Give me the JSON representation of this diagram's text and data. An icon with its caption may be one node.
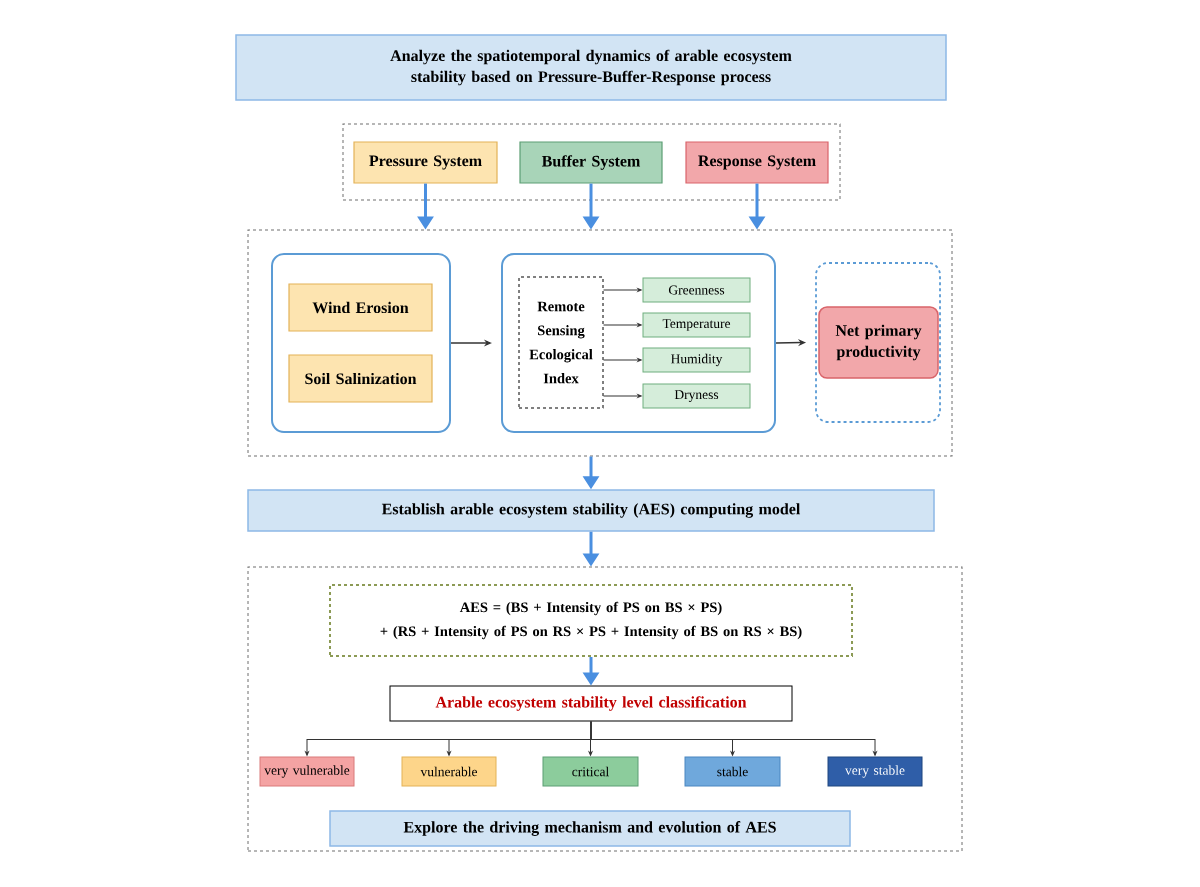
{
  "diagram": {
    "nodes": [
      {
        "text": [
          "Analyze the spatiotemporal dynamics of arable ecosystem stability based on Pressure-Buffer-Response process"
        ]
      },
      {
        "text": [],
        "shape": "box"
      },
      {
        "text": [
          "Pressure System"
        ],
        "in": 1
      },
      {
        "text": [
          "Buffer System"
        ],
        "in": 1
      },
      {
        "text": [
          "Response System"
        ],
        "in": 1
      },
      {
        "text": [],
        "shape": "box"
      },
      {
        "text": [],
        "shape": "box",
        "in": 5
      },
      {
        "text": [
          "Wind Erosion"
        ],
        "in": 6
      },
      {
        "text": [
          "Soil Salinization"
        ],
        "in": 6
      },
      {
        "text": [],
        "shape": "box",
        "in": 5
      },
      {
        "text": [
          "Remote Sensing Ecological Index"
        ],
        "in": 9
      },
      {
        "text": [
          "Greenness"
        ],
        "in": 9
      },
      {
        "text": [
          "Temperature"
        ],
        "in": 9
      },
      {
        "text": [
          "Humidity"
        ],
        "in": 9
      },
      {
        "text": [
          "Dryness"
        ],
        "in": 9
      },
      {
        "text": [],
        "shape": "box",
        "in": 5
      },
      {
        "text": [
          "Net primary productivity"
        ],
        "in": 15
      },
      {
        "text": [
          "Establish arable ecosystem stability (AES) computing model"
        ]
      },
      {
        "text": [],
        "shape": "box"
      },
      {
        "text": [
          "AES = (BS + Intensity of PS on BS × PS)",
          "+ (RS + Intensity of PS on RS × PS + Intensity of BS on RS × BS)"
        ],
        "in": 18
      },
      {
        "text": [
          "Arable ecosystem stability level classification"
        ],
        "in": 18
      },
      {
        "text": [
          "very vulnerable"
        ],
        "in": 18
      },
      {
        "text": [
          "vulnerable"
        ],
        "in": 18
      },
      {
        "text": [
          "critical"
        ],
        "in": 18
      },
      {
        "text": [
          "stable"
        ],
        "in": 18
      },
      {
        "text": [
          "very stable"
        ],
        "in": 18
      },
      {
        "text": [
          "Explore the driving mechanism and evolution of AES"
        ],
        "in": 18
      }
    ],
    "edges": [
      {
        "from": 2,
        "to": 5,
        "arrow": "to",
        "style": "thick",
        "color": "#4a8fe0"
      },
      {
        "from": 3,
        "to": 5,
        "arrow": "to",
        "style": "thick",
        "color": "#4a8fe0"
      },
      {
        "from": 4,
        "to": 5,
        "arrow": "to",
        "style": "thick",
        "color": "#4a8fe0"
      },
      {
        "from": 6,
        "to": 9,
        "arrow": "to"
      },
      {
        "from": 9,
        "to": 15,
        "arrow": "to"
      },
      {
        "from": 10,
        "to": 11,
        "arrow": "to"
      },
      {
        "from": 10,
        "to": 12,
        "arrow": "to"
      },
      {
        "from": 10,
        "to": 13,
        "arrow": "to"
      },
      {
        "from": 10,
        "to": 14,
        "arrow": "to"
      },
      {
        "from": 5,
        "to": 17,
        "arrow": "to",
        "style": "thick",
        "color": "#4a8fe0"
      },
      {
        "from": 17,
        "to": 18,
        "arrow": "to",
        "style": "thick",
        "color": "#4a8fe0"
      },
      {
        "from": 19,
        "to": 20,
        "arrow": "to",
        "style": "thick",
        "color": "#4a8fe0"
      },
      {
        "from": 20,
        "to": 21,
        "arrow": "to"
      },
      {
        "from": 20,
        "to": 22,
        "arrow": "to"
      },
      {
        "from": 20,
        "to": 23,
        "arrow": "to"
      },
      {
        "from": 20,
        "to": 24,
        "arrow": "to"
      },
      {
        "from": 20,
        "to": 25,
        "arrow": "to"
      }
    ]
  }
}
